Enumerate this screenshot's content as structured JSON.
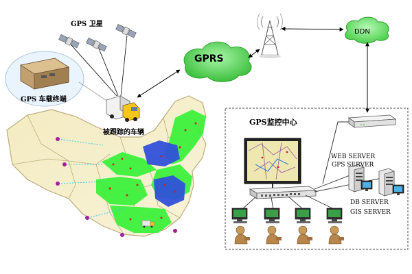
{
  "labels": {
    "satellite": "GPS 卫星",
    "terminal": "GPS  车载终端",
    "tracked_vehicle": "被跟踪的车辆",
    "gprs": "GPRS",
    "ddn": "DDN",
    "monitor_center": "GPS监控中心",
    "web_server": "WEB SERVER",
    "gps_server": "GPS SERVER",
    "db_server": "DB SERVER",
    "gis_server": "GIS SERVER"
  },
  "colors": {
    "coverage_green": "#3cf03c",
    "coverage_blue": "#3050d8",
    "map_fill": "#f6efc6",
    "map_stroke": "#b9ab79",
    "cloud_green": "#5ad85a",
    "arrow": "#000000"
  },
  "icons": [
    "satellite-icon",
    "truck-icon",
    "terminal-device-icon",
    "antenna-tower-icon",
    "router-icon",
    "workstation-icon",
    "server-icon",
    "switch-icon",
    "monitor-display-icon",
    "operator-icon"
  ]
}
